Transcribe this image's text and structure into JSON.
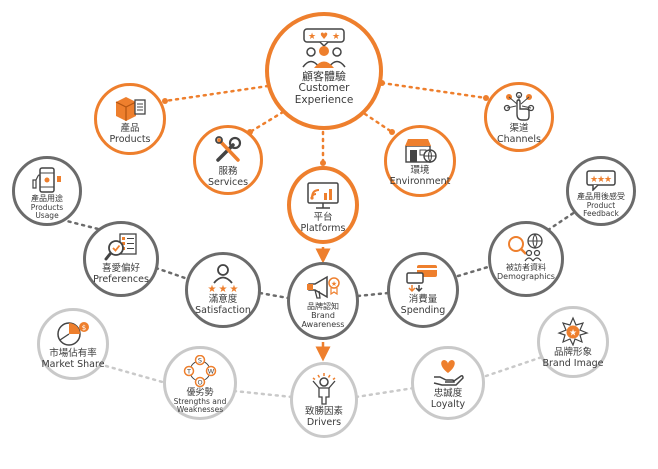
{
  "colors": {
    "orange": "#ee7f2d",
    "dark_gray": "#6b6b6b",
    "light_gray": "#c9c9c9",
    "text": "#3a3a3a"
  },
  "center": {
    "zh": "顧客體驗",
    "en1": "Customer",
    "en2": "Experience",
    "icon": "customer-review-icon"
  },
  "products": {
    "zh": "產品",
    "en": "Products",
    "icon": "product-box-icon"
  },
  "services": {
    "zh": "服務",
    "en": "Services",
    "icon": "tools-icon"
  },
  "environment": {
    "zh": "環境",
    "en": "Environment",
    "icon": "storefront-icon"
  },
  "channels": {
    "zh": "渠道",
    "en": "Channels",
    "icon": "touch-network-icon"
  },
  "platforms": {
    "zh": "平台",
    "en": "Platforms",
    "icon": "monitor-icon"
  },
  "products_usage": {
    "zh": "產品用途",
    "en1": "Products",
    "en2": "Usage",
    "icon": "phone-thumbs-icon"
  },
  "preferences": {
    "zh": "喜愛偏好",
    "en": "Preferences",
    "icon": "magnifier-checklist-icon"
  },
  "satisfaction": {
    "zh": "滿意度",
    "en": "Satisfaction",
    "icon": "user-stars-icon"
  },
  "brand_awareness": {
    "zh": "品牌認知",
    "en1": "Brand",
    "en2": "Awareness",
    "icon": "megaphone-icon"
  },
  "spending": {
    "zh": "消費量",
    "en": "Spending",
    "icon": "card-payment-icon"
  },
  "demographics": {
    "zh": "被訪者資料",
    "en": "Demographics",
    "icon": "people-globe-icon"
  },
  "product_feedback": {
    "zh": "產品用後感受",
    "en1": "Product",
    "en2": "Feedback",
    "icon": "rating-bubble-icon"
  },
  "market_share": {
    "zh": "市場佔有率",
    "en": "Market Share",
    "icon": "pie-chart-icon"
  },
  "swot": {
    "zh": "優劣勢",
    "en1": "Strengths and",
    "en2": "Weaknesses",
    "letters": [
      "S",
      "W",
      "O",
      "T"
    ],
    "icon": "swot-icon"
  },
  "drivers": {
    "zh": "致勝因素",
    "en": "Drivers",
    "icon": "winner-person-icon"
  },
  "loyalty": {
    "zh": "忠誠度",
    "en": "Loyalty",
    "icon": "hand-heart-icon"
  },
  "brand_image": {
    "zh": "品牌形象",
    "en": "Brand Image",
    "icon": "star-badge-icon"
  }
}
